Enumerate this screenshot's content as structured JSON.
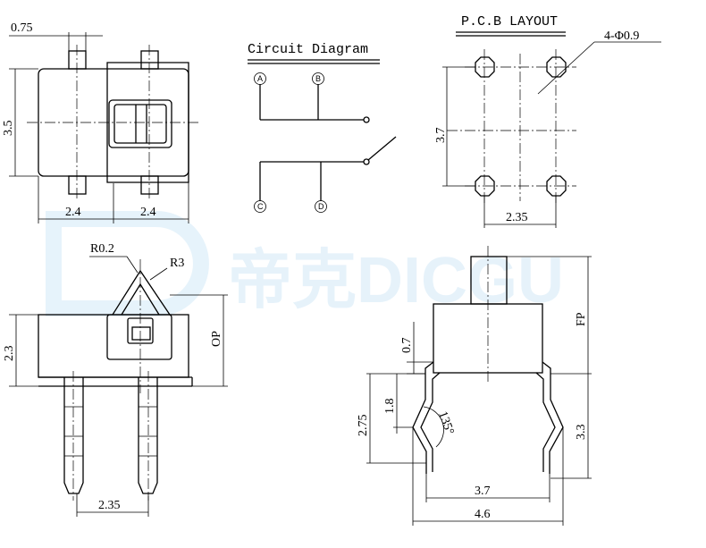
{
  "titles": {
    "circuit": "Circuit Diagram",
    "pcb": "P.C.B LAYOUT"
  },
  "pins": [
    "A",
    "B",
    "C",
    "D"
  ],
  "watermark": "帝克DICGU",
  "dims": {
    "top_pin_width": "0.75",
    "height_3_5": "3.5",
    "half_left": "2.4",
    "half_right": "2.4",
    "hole_spec": "4-Φ0.9",
    "pcb_vertical": "3.7",
    "pcb_horizontal": "2.35",
    "radius_small": "R0.2",
    "radius_large": "R3",
    "side_height": "2.3",
    "op": "OP",
    "pin_pitch": "2.35",
    "fp": "FP",
    "d_0_7": "0.7",
    "d_1_8": "1.8",
    "d_2_75": "2.75",
    "angle": "135°",
    "d_3_3": "3.3",
    "d_3_7": "3.7",
    "d_4_6": "4.6"
  }
}
